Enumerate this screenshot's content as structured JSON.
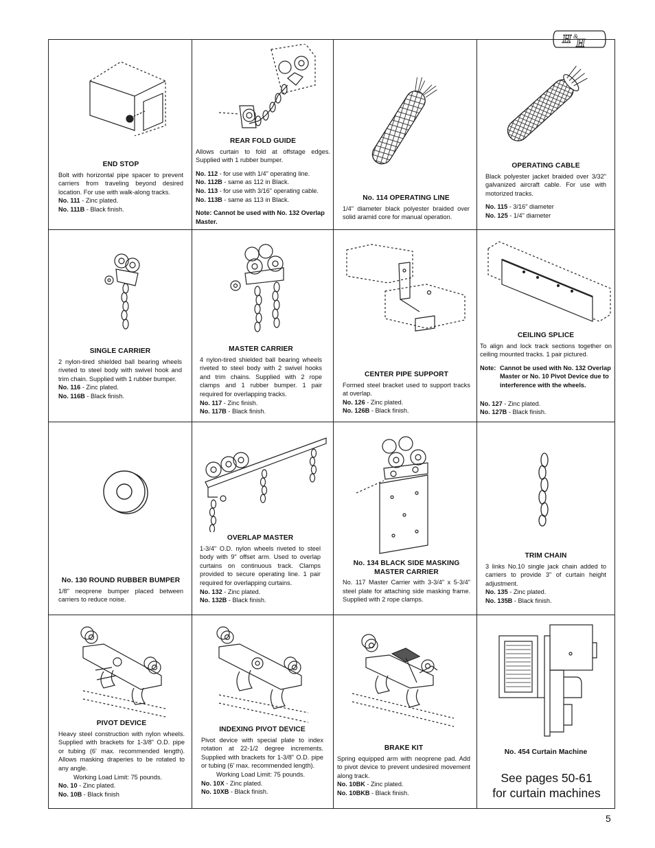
{
  "logo": {
    "text": "H&H",
    "icon": "hh-logo"
  },
  "page_number": "5",
  "cells": {
    "end_stop": {
      "title": "END STOP",
      "desc": "Bolt with horizontal pipe spacer to prevent carriers from traveling beyond desired location. For use with walk-along tracks.",
      "items": [
        {
          "no": "No. 111",
          "text": " - Zinc plated."
        },
        {
          "no": "No. 111B",
          "text": " - Black finish."
        }
      ]
    },
    "rear_fold_guide": {
      "title": "REAR FOLD GUIDE",
      "desc": "Allows curtain to fold at offstage edges. Supplied with 1 rubber bumper.",
      "items": [
        {
          "no": "No. 112",
          "text": " -  for use with 1/4\" operating line."
        },
        {
          "no": "No. 112B",
          "text": " - same as 112 in Black."
        },
        {
          "no": "No. 113",
          "text": " -  for use with 3/16\" operating cable."
        },
        {
          "no": "No. 113B",
          "text": " - same as 113 in Black."
        }
      ],
      "note": "Note: Cannot be used with No. 132 Overlap Master."
    },
    "operating_line": {
      "title": "No. 114 OPERATING LINE",
      "desc": "1/4\" diameter black polyester braided over solid aramid core for manual operation."
    },
    "operating_cable": {
      "title": "OPERATING CABLE",
      "desc": "Black polyester jacket braided over 3/32\" galvanized aircraft cable. For use with motorized tracks.",
      "items": [
        {
          "no": "No. 115",
          "text": " - 3/16\" diameter"
        },
        {
          "no": "No. 125",
          "text": " - 1/4\" diameter"
        }
      ]
    },
    "single_carrier": {
      "title": "SINGLE CARRIER",
      "desc": "2 nylon-tired shielded ball bearing wheels riveted to steel body with swivel hook and trim chain. Supplied with 1 rubber bumper.",
      "items": [
        {
          "no": "No. 116",
          "text": " - Zinc plated."
        },
        {
          "no": "No. 116B",
          "text": " - Black finish."
        }
      ]
    },
    "master_carrier": {
      "title": "MASTER CARRIER",
      "desc": "4 nylon-tired shielded ball bearing wheels riveted to steel body with 2 swivel hooks and trim chains. Supplied with 2 rope clamps and 1 rubber bumper. 1 pair required for overlapping tracks.",
      "items": [
        {
          "no": "No. 117",
          "text": " - Zinc finish."
        },
        {
          "no": "No. 117B",
          "text": " - Black finish."
        }
      ]
    },
    "center_pipe": {
      "title": "CENTER PIPE SUPPORT",
      "desc": "Formed steel bracket used to support tracks at overlap.",
      "items": [
        {
          "no": "No. 126",
          "text": " - Zinc plated."
        },
        {
          "no": "No. 126B",
          "text": " - Black finish."
        }
      ]
    },
    "ceiling_splice": {
      "title": "CEILING SPLICE",
      "desc": "To align and lock track sections together on ceiling mounted tracks. 1 pair pictured.",
      "note_label": "Note:",
      "note": "Cannot be used with No. 132 Overlap Master or No. 10 Pivot Device due to interference with the wheels.",
      "items": [
        {
          "no": "No. 127",
          "text": " - Zinc plated."
        },
        {
          "no": "No. 127B",
          "text": " - Black finish."
        }
      ]
    },
    "bumper": {
      "title": "No. 130 ROUND RUBBER BUMPER",
      "desc": "1/8\" neoprene bumper placed between carriers to reduce noise."
    },
    "overlap_master": {
      "title": "OVERLAP MASTER",
      "desc": "1-3/4\" O.D. nylon wheels riveted to steel body with 9\" offset arm. Used to overlap curtains on continuous track.  Clamps provided to secure operating line. 1 pair required for overlapping curtains.",
      "items": [
        {
          "no": "No. 132",
          "text": " - Zinc plated."
        },
        {
          "no": "No. 132B",
          "text": " - Black finish."
        }
      ]
    },
    "masking_carrier": {
      "title": "No. 134 BLACK SIDE MASKING MASTER CARRIER",
      "desc": "No. 117 Master Carrier with 3-3/4\" x 5-3/4\" steel plate for attaching side masking frame. Supplied with 2 rope clamps."
    },
    "trim_chain": {
      "title": "TRIM CHAIN",
      "desc": "3 links No.10 single  jack chain added to carriers to provide 3\" of curtain height adjustment.",
      "items": [
        {
          "no": "No. 135",
          "text": " - Zinc plated."
        },
        {
          "no": "No. 135B",
          "text": " - Black finish."
        }
      ]
    },
    "pivot_device": {
      "title": "PIVOT DEVICE",
      "desc": "Heavy steel construction with nylon wheels. Supplied with brackets for 1-3/8\" O.D. pipe or tubing (6' max. recommended  length). Allows masking draperies to be rotated to any angle.",
      "load": "Working Load Limit: 75 pounds.",
      "items": [
        {
          "no": "No. 10",
          "text": " - Zinc plated."
        },
        {
          "no": "No. 10B",
          "text": " - Black finish"
        }
      ]
    },
    "indexing_pivot": {
      "title": "INDEXING PIVOT DEVICE",
      "desc": "Pivot device with special plate to index rotation at 22-1/2 degree increments. Supplied with brackets for 1-3/8\" O.D. pipe or tubing (6' max. recommended length).",
      "load": "Working Load Limit: 75 pounds.",
      "items": [
        {
          "no": "No. 10X",
          "text": " - Zinc plated."
        },
        {
          "no": "No. 10XB",
          "text": " - Black finish."
        }
      ]
    },
    "brake_kit": {
      "title": "BRAKE KIT",
      "desc": "Spring equipped arm with neoprene pad. Add to pivot device to prevent undesired movement along track.",
      "items": [
        {
          "no": "No. 10BK",
          "text": " - Zinc plated."
        },
        {
          "no": "No. 10BKB",
          "text": " - Black finish."
        }
      ]
    },
    "curtain_machine": {
      "title": "No. 454 Curtain Machine",
      "see_line1": "See pages 50-61",
      "see_line2": "for curtain machines"
    }
  }
}
